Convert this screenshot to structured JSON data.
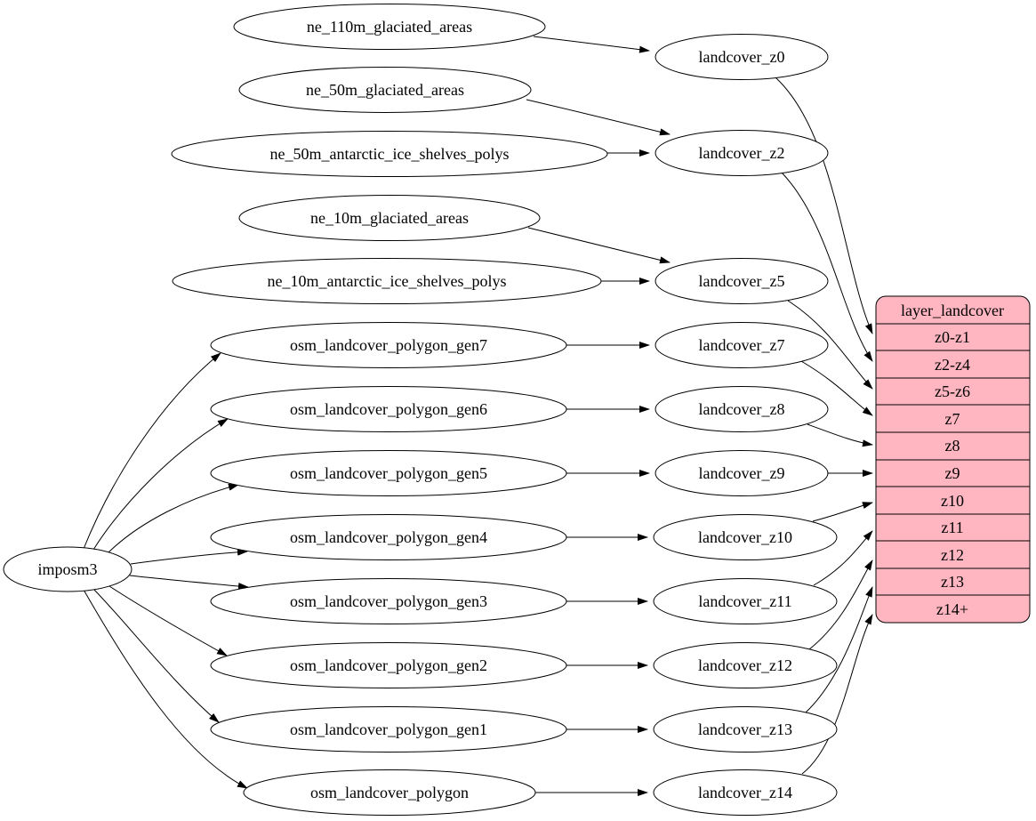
{
  "nodes": {
    "imposm3": "imposm3",
    "ne110": "ne_110m_glaciated_areas",
    "ne50g": "ne_50m_glaciated_areas",
    "ne50a": "ne_50m_antarctic_ice_shelves_polys",
    "ne10g": "ne_10m_glaciated_areas",
    "ne10a": "ne_10m_antarctic_ice_shelves_polys",
    "gen7": "osm_landcover_polygon_gen7",
    "gen6": "osm_landcover_polygon_gen6",
    "gen5": "osm_landcover_polygon_gen5",
    "gen4": "osm_landcover_polygon_gen4",
    "gen3": "osm_landcover_polygon_gen3",
    "gen2": "osm_landcover_polygon_gen2",
    "gen1": "osm_landcover_polygon_gen1",
    "poly": "osm_landcover_polygon",
    "z0": "landcover_z0",
    "z2": "landcover_z2",
    "z5": "landcover_z5",
    "z7": "landcover_z7",
    "z8": "landcover_z8",
    "z9": "landcover_z9",
    "z10": "landcover_z10",
    "z11": "landcover_z11",
    "z12": "landcover_z12",
    "z13": "landcover_z13",
    "z14": "landcover_z14"
  },
  "record": {
    "title": "layer_landcover",
    "rows": [
      "z0-z1",
      "z2-z4",
      "z5-z6",
      "z7",
      "z8",
      "z9",
      "z10",
      "z11",
      "z12",
      "z13",
      "z14+"
    ]
  },
  "edges": [
    {
      "from": "ne_110m_glaciated_areas",
      "to": "landcover_z0"
    },
    {
      "from": "ne_50m_glaciated_areas",
      "to": "landcover_z2"
    },
    {
      "from": "ne_50m_antarctic_ice_shelves_polys",
      "to": "landcover_z2"
    },
    {
      "from": "ne_10m_glaciated_areas",
      "to": "landcover_z5"
    },
    {
      "from": "ne_10m_antarctic_ice_shelves_polys",
      "to": "landcover_z5"
    },
    {
      "from": "imposm3",
      "to": "osm_landcover_polygon_gen7"
    },
    {
      "from": "imposm3",
      "to": "osm_landcover_polygon_gen6"
    },
    {
      "from": "imposm3",
      "to": "osm_landcover_polygon_gen5"
    },
    {
      "from": "imposm3",
      "to": "osm_landcover_polygon_gen4"
    },
    {
      "from": "imposm3",
      "to": "osm_landcover_polygon_gen3"
    },
    {
      "from": "imposm3",
      "to": "osm_landcover_polygon_gen2"
    },
    {
      "from": "imposm3",
      "to": "osm_landcover_polygon_gen1"
    },
    {
      "from": "imposm3",
      "to": "osm_landcover_polygon"
    },
    {
      "from": "osm_landcover_polygon_gen7",
      "to": "landcover_z7"
    },
    {
      "from": "osm_landcover_polygon_gen6",
      "to": "landcover_z8"
    },
    {
      "from": "osm_landcover_polygon_gen5",
      "to": "landcover_z9"
    },
    {
      "from": "osm_landcover_polygon_gen4",
      "to": "landcover_z10"
    },
    {
      "from": "osm_landcover_polygon_gen3",
      "to": "landcover_z11"
    },
    {
      "from": "osm_landcover_polygon_gen2",
      "to": "landcover_z12"
    },
    {
      "from": "osm_landcover_polygon_gen1",
      "to": "landcover_z13"
    },
    {
      "from": "osm_landcover_polygon",
      "to": "landcover_z14"
    },
    {
      "from": "landcover_z0",
      "to": "layer_landcover:z0-z1"
    },
    {
      "from": "landcover_z2",
      "to": "layer_landcover:z2-z4"
    },
    {
      "from": "landcover_z5",
      "to": "layer_landcover:z5-z6"
    },
    {
      "from": "landcover_z7",
      "to": "layer_landcover:z7"
    },
    {
      "from": "landcover_z8",
      "to": "layer_landcover:z8"
    },
    {
      "from": "landcover_z9",
      "to": "layer_landcover:z9"
    },
    {
      "from": "landcover_z10",
      "to": "layer_landcover:z10"
    },
    {
      "from": "landcover_z11",
      "to": "layer_landcover:z11"
    },
    {
      "from": "landcover_z12",
      "to": "layer_landcover:z12"
    },
    {
      "from": "landcover_z13",
      "to": "layer_landcover:z13"
    },
    {
      "from": "landcover_z14",
      "to": "layer_landcover:z14+"
    }
  ],
  "colors": {
    "record_fill": "#ffb6c1",
    "node_fill": "#ffffff",
    "stroke": "#000000",
    "background": "#ffffff"
  }
}
